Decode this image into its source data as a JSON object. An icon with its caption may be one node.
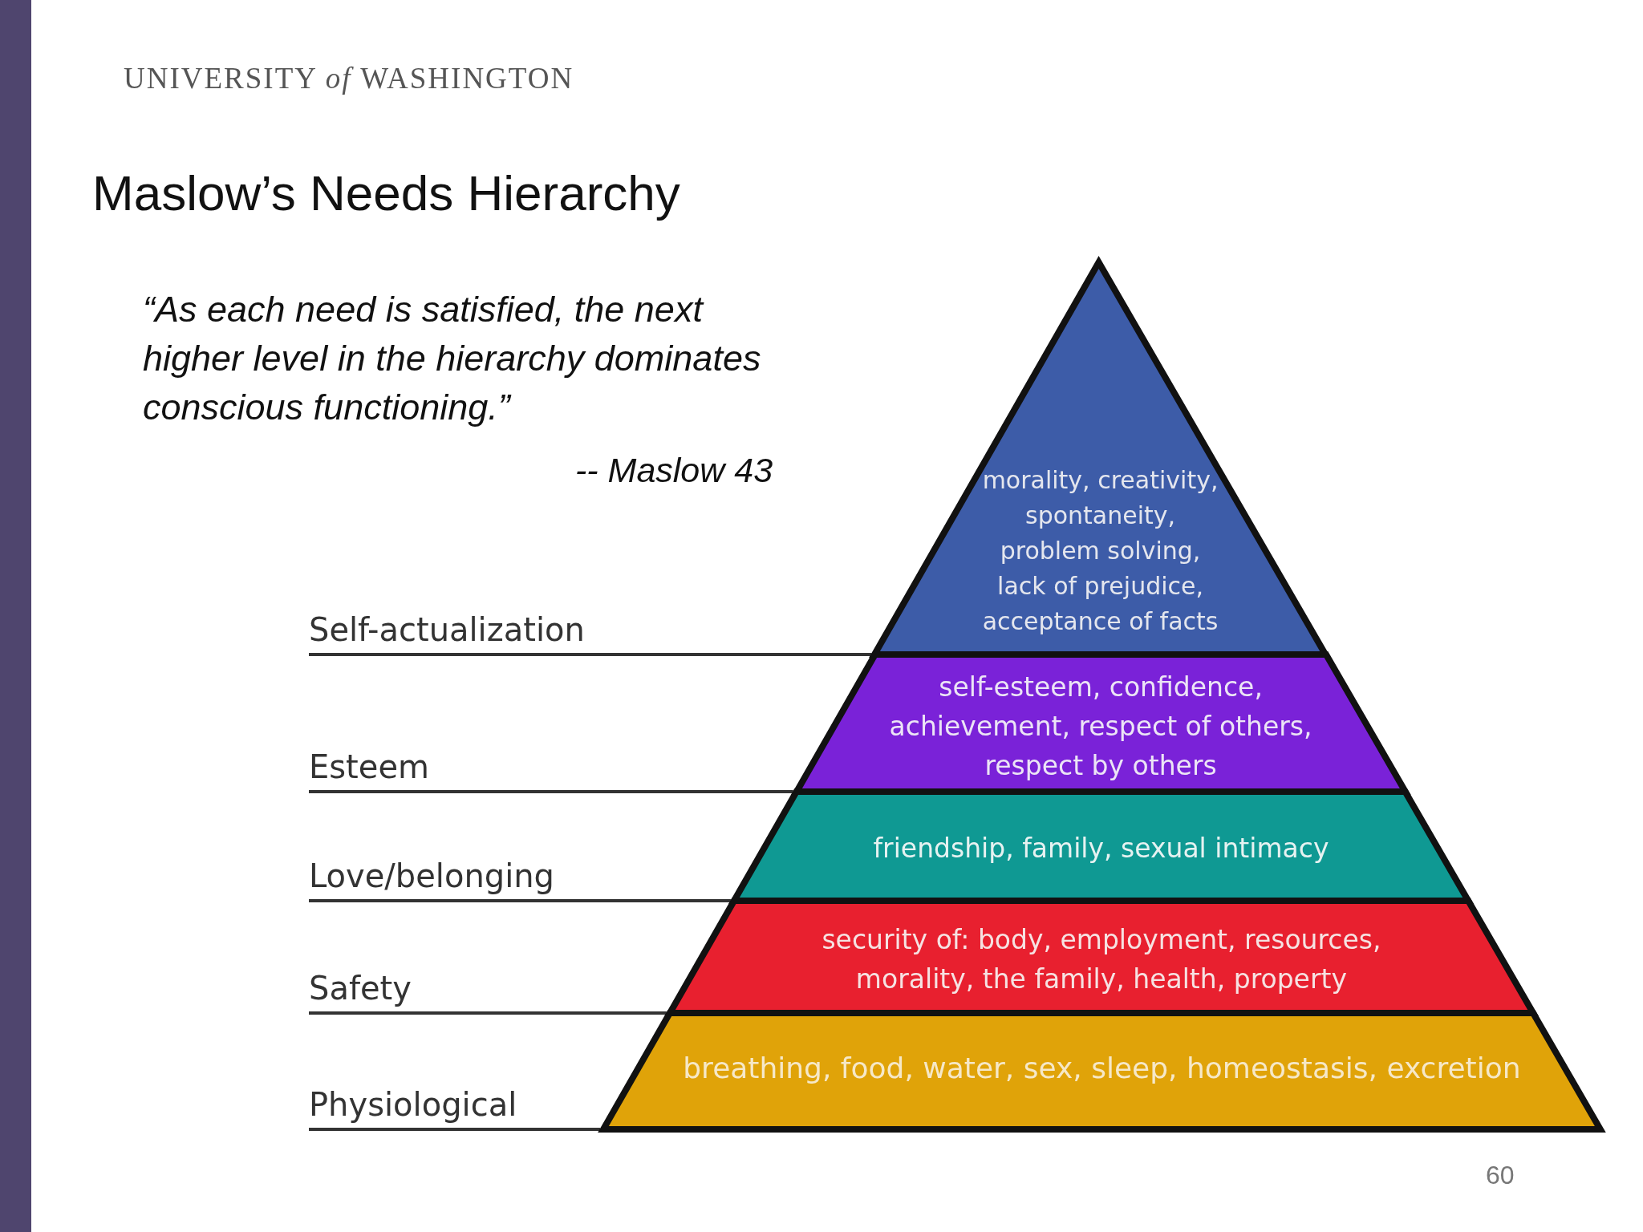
{
  "diagram": {
    "title": "Maslow’s Needs Hierarchy",
    "nodes": [
      {
        "text": [
          "morality, creativity, spontaneity, problem solving, lack of prejudice, acceptance of facts"
        ]
      },
      {
        "text": [
          "self-esteem, confidence, achievement, respect of others, respect by others"
        ]
      },
      {
        "text": [
          "friendship, family, sexual intimacy"
        ]
      },
      {
        "text": [
          "security of: body, employment, resources, morality, the family, health, property"
        ]
      },
      {
        "text": [
          "breathing, food, water, sex, sleep, homeostasis, excretion"
        ]
      },
      {
        "text": [
          "Self-actualization"
        ]
      },
      {
        "text": [
          "Esteem"
        ]
      },
      {
        "text": [
          "Love/belonging"
        ]
      },
      {
        "text": [
          "Safety"
        ]
      },
      {
        "text": [
          "Physiological"
        ]
      }
    ],
    "edges": [
      {
        "from": 5,
        "to": 0,
        "arrow": "none"
      },
      {
        "from": 6,
        "to": 1,
        "arrow": "none"
      },
      {
        "from": 7,
        "to": 2,
        "arrow": "none"
      },
      {
        "from": 8,
        "to": 3,
        "arrow": "none"
      },
      {
        "from": 9,
        "to": 4,
        "arrow": "none"
      }
    ],
    "labels": [
      "UNIVERSITY *of* WASHINGTON",
      "“As each need is satisfied, the next higher level in the hierarchy dominates conscious functioning.”",
      "-- Maslow 43",
      "60"
    ]
  }
}
